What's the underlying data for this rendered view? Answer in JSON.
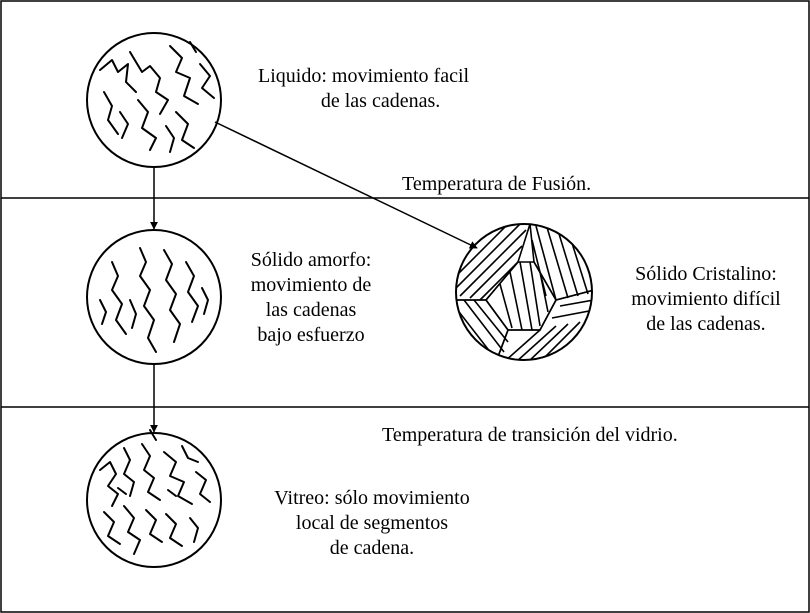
{
  "colors": {
    "ink": "#000000",
    "background": "#ffffff"
  },
  "states": {
    "liquid": {
      "lines": [
        "Liquido: movimiento facil",
        "de las cadenas."
      ]
    },
    "amorphous": {
      "lines": [
        "Sólido amorfo:",
        "movimiento de",
        "las cadenas",
        "bajo esfuerzo"
      ]
    },
    "crystalline": {
      "lines": [
        "Sólido Cristalino:",
        "movimiento difícil",
        "de las cadenas."
      ]
    },
    "glassy": {
      "lines": [
        "Vitreo: sólo movimiento",
        "local de segmentos",
        "de cadena."
      ]
    }
  },
  "transitions": {
    "melting": "Temperatura de Fusión.",
    "glass_transition": "Temperatura de transición del vidrio."
  }
}
